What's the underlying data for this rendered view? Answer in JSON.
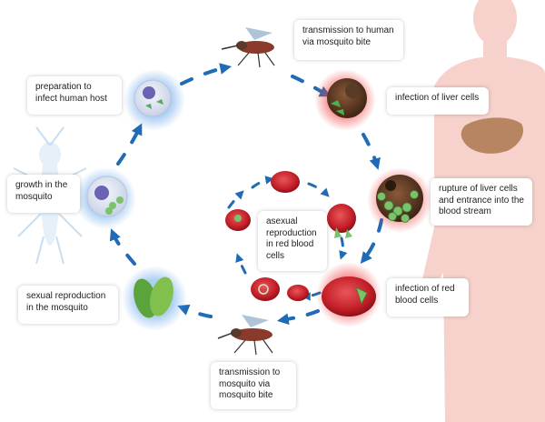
{
  "colors": {
    "human_phase": "#e8342e",
    "mosquito_phase": "#2f6fc0",
    "arrow": "#1f6bb5",
    "rbc": "#c8202a",
    "body_silhouette": "#f4c9c2"
  },
  "icons": {
    "mosquito": "mosquito-icon",
    "liver": "liver-icon",
    "human": "human-silhouette-icon"
  },
  "labels": {
    "transmission_to_human": "transmission to human\nvia mosquito bite",
    "infection_liver": "infection of liver cells",
    "rupture_liver": "rupture of liver cells\nand entrance into the\nblood stream",
    "infection_rbc": "infection of red\nblood cells",
    "asexual_reproduction": "asexual\nreproduction\nin red blood\ncells",
    "transmission_to_mosquito": "transmission to\nmosquito via\nmosquito bite",
    "sexual_reproduction": "sexual reproduction\nin the mosquito",
    "growth_mosquito": "growth in the\nmosquito",
    "preparation": "preparation to\ninfect human host"
  }
}
